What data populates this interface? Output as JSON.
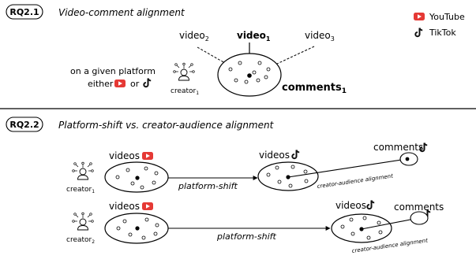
{
  "rq21": {
    "badge": "RQ2.1",
    "title": "Video-comment alignment",
    "video2": "video",
    "video2_sub": "2",
    "video1": "video",
    "video1_sub": "1",
    "video3": "video",
    "video3_sub": "3",
    "comments": "comments",
    "comments_sub": "1",
    "platform_line1": "on a given platform",
    "platform_line2_a": "either",
    "platform_line2_b": "or",
    "creator": "creator",
    "creator_sub": "1"
  },
  "legend": {
    "youtube": "YouTube",
    "tiktok": "TikTok"
  },
  "rq22": {
    "badge": "RQ2.2",
    "title": "Platform-shift vs. creator-audience alignment",
    "row1": {
      "creator": "creator",
      "creator_sub": "1",
      "videos_yt": "videos",
      "videos_tt": "videos",
      "comments": "comments",
      "platform_shift": "platform-shift",
      "alignment": "creator-audience alignment"
    },
    "row2": {
      "creator": "creator",
      "creator_sub": "2",
      "videos_yt": "videos",
      "videos_tt": "videos",
      "comments": "comments",
      "platform_shift": "platform-shift",
      "alignment": "creator-audience alignment"
    }
  },
  "colors": {
    "youtube_red": "#e53935",
    "ink": "#000000"
  },
  "icons": [
    "youtube-logo-icon",
    "tiktok-logo-icon",
    "creator-person-icon"
  ]
}
